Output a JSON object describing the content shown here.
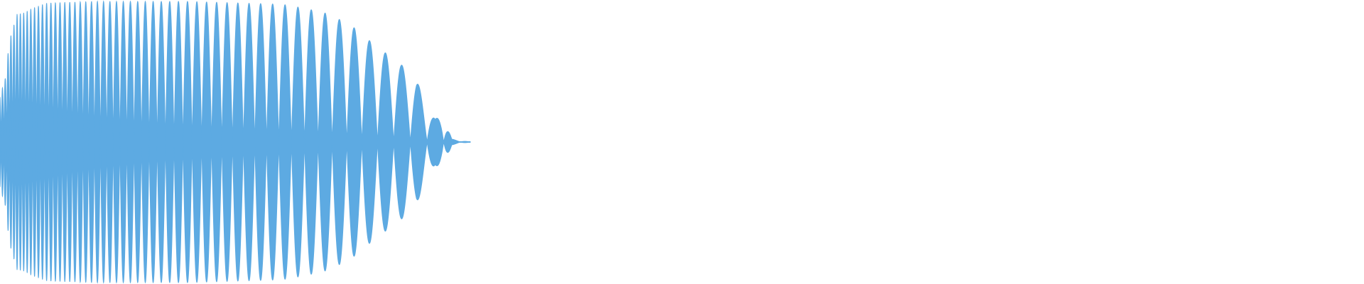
{
  "waveform": {
    "fill_color": "#5DAAE2",
    "background_color": "#FFFFFF",
    "envelope": [
      {
        "t": 0.0,
        "amp": 0.33
      },
      {
        "t": 0.011,
        "amp": 0.45
      },
      {
        "t": 0.02,
        "amp": 0.72
      },
      {
        "t": 0.036,
        "amp": 0.91
      },
      {
        "t": 0.051,
        "amp": 0.92
      },
      {
        "t": 0.067,
        "amp": 0.95
      },
      {
        "t": 0.1,
        "amp": 0.99
      },
      {
        "t": 0.2,
        "amp": 1.0
      },
      {
        "t": 0.3,
        "amp": 1.0
      },
      {
        "t": 0.4,
        "amp": 1.0
      },
      {
        "t": 0.5,
        "amp": 0.99
      },
      {
        "t": 0.6,
        "amp": 0.98
      },
      {
        "t": 0.65,
        "amp": 0.95
      },
      {
        "t": 0.7,
        "amp": 0.91
      },
      {
        "t": 0.75,
        "amp": 0.82
      },
      {
        "t": 0.8,
        "amp": 0.68
      },
      {
        "t": 0.85,
        "amp": 0.56
      },
      {
        "t": 0.885,
        "amp": 0.44
      },
      {
        "t": 0.905,
        "amp": 0.28
      },
      {
        "t": 0.925,
        "amp": 0.16
      },
      {
        "t": 0.94,
        "amp": 0.23
      },
      {
        "t": 0.96,
        "amp": 0.02
      },
      {
        "t": 1.0,
        "amp": 0.0
      }
    ],
    "period_start": 0.0055,
    "period_end": 0.0355,
    "extent": 0.345
  }
}
